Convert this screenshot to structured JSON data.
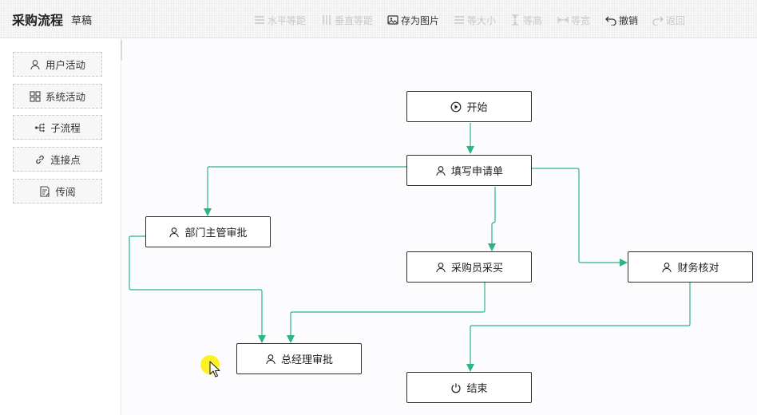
{
  "header": {
    "title": "采购流程",
    "status": "草稿"
  },
  "toolbar": [
    {
      "id": "align-h",
      "label": "水平等距",
      "icon": "align-horizontal-icon",
      "enabled": false
    },
    {
      "id": "align-v",
      "label": "垂直等距",
      "icon": "align-vertical-icon",
      "enabled": false
    },
    {
      "id": "save-image",
      "label": "存为图片",
      "icon": "image-icon",
      "enabled": true
    },
    {
      "id": "same-size",
      "label": "等大小",
      "icon": "same-size-icon",
      "enabled": false
    },
    {
      "id": "same-height",
      "label": "等高",
      "icon": "same-height-icon",
      "enabled": false
    },
    {
      "id": "same-width",
      "label": "等宽",
      "icon": "same-width-icon",
      "enabled": false
    },
    {
      "id": "undo",
      "label": "撤销",
      "icon": "undo-icon",
      "enabled": true
    },
    {
      "id": "redo",
      "label": "返回",
      "icon": "redo-icon",
      "enabled": false
    }
  ],
  "palette": [
    {
      "id": "user-activity",
      "label": "用户活动",
      "icon": "user-icon"
    },
    {
      "id": "system-activity",
      "label": "系统活动",
      "icon": "grid-icon"
    },
    {
      "id": "subprocess",
      "label": "子流程",
      "icon": "subprocess-icon"
    },
    {
      "id": "connector",
      "label": "连接点",
      "icon": "link-icon"
    },
    {
      "id": "circulate",
      "label": "传阅",
      "icon": "document-icon"
    }
  ],
  "nodes": [
    {
      "id": "start",
      "label": "开始",
      "icon": "play-icon"
    },
    {
      "id": "fill",
      "label": "填写申请单",
      "icon": "user-icon"
    },
    {
      "id": "dept",
      "label": "部门主管审批",
      "icon": "user-icon"
    },
    {
      "id": "buyer",
      "label": "采购员采买",
      "icon": "user-icon"
    },
    {
      "id": "finance",
      "label": "财务核对",
      "icon": "user-icon"
    },
    {
      "id": "gm",
      "label": "总经理审批",
      "icon": "user-icon"
    },
    {
      "id": "end",
      "label": "结束",
      "icon": "power-icon"
    }
  ],
  "colors": {
    "edge": "#2bb486",
    "disabled_text": "#c8c8c8",
    "node_border": "#2f2f2f"
  }
}
